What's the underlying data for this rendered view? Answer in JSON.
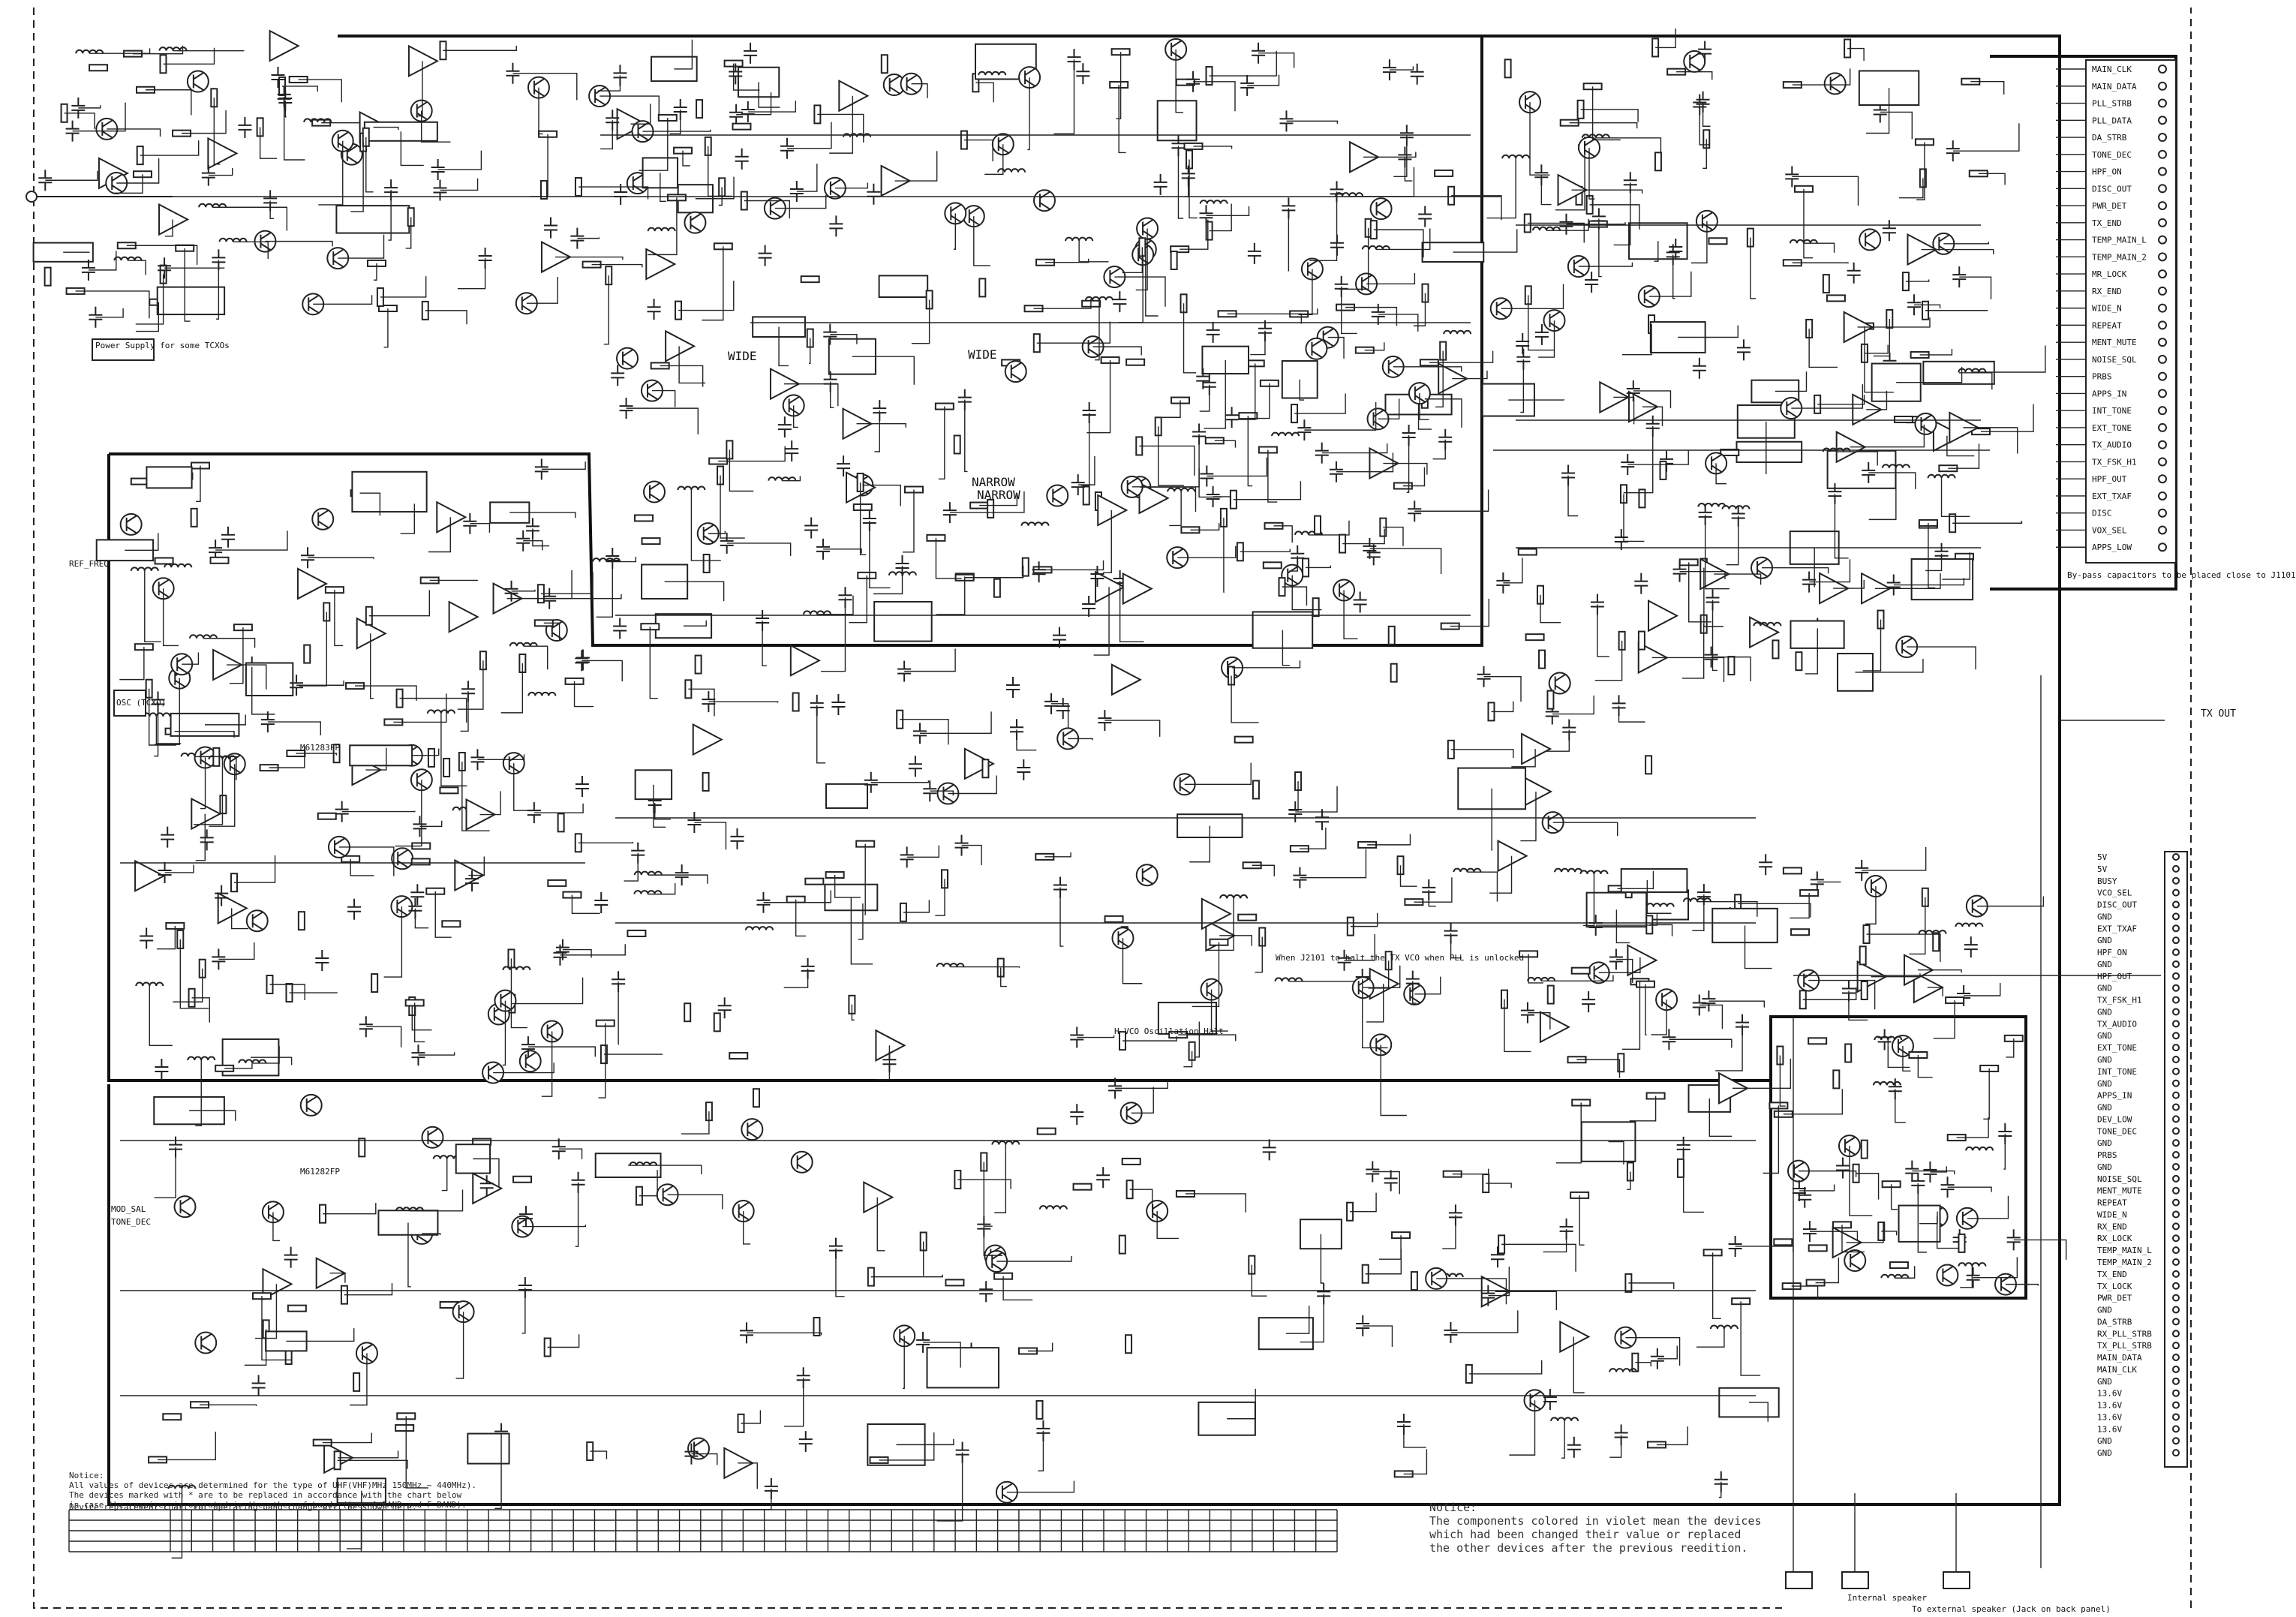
{
  "schematic": {
    "sections": {
      "power_supply_label": "Power Supply for some TCXOs",
      "osc_label": "OSC (TCXO)",
      "bypass_caps_note": "By-pass capacitors to be placed close to J1101",
      "tx_out_label": "TX OUT"
    },
    "left_nets": [
      "REF_FREQ",
      "MOD_SAL",
      "TONE_DEC"
    ],
    "center_labels": [
      {
        "id": "wide_filter",
        "text": "WIDE"
      },
      {
        "id": "narrow_filter",
        "text": "NARROW"
      },
      {
        "id": "wide_if",
        "text": "WIDE"
      },
      {
        "id": "narrow_if",
        "text": "NARROW"
      },
      {
        "id": "ic1105",
        "text": "M61283FP"
      },
      {
        "id": "ic1108",
        "text": "M61282FP"
      },
      {
        "id": "hv_osc",
        "text": "H-VCO Oscillation Halt"
      },
      {
        "id": "note_jp1101",
        "text": "When J2101 to halt the TX VCO when PLL is unlocked"
      }
    ],
    "connector_pins": [
      "MAIN_CLK",
      "MAIN_DATA",
      "PLL_STRB",
      "PLL_DATA",
      "DA_STRB",
      "TONE_DEC",
      "HPF_ON",
      "DISC_OUT",
      "PWR_DET",
      "TX_END",
      "TEMP_MAIN_L",
      "TEMP_MAIN_2",
      "MR_LOCK",
      "RX_END",
      "WIDE_N",
      "REPEAT",
      "MENT_MUTE",
      "NOISE_SQL",
      "PRBS",
      "APPS_IN",
      "INT_TONE",
      "EXT_TONE",
      "TX_AUDIO",
      "TX_FSK_H1",
      "HPF_OUT",
      "EXT_TXAF",
      "DISC",
      "VOX_SEL",
      "APPS_LOW"
    ],
    "j1201_pins": [
      "5V",
      "5V",
      "BUSY",
      "VCO_SEL",
      "DISC_OUT",
      "GND",
      "EXT_TXAF",
      "GND",
      "HPF_ON",
      "GND",
      "HPF_OUT",
      "GND",
      "TX_FSK_H1",
      "GND",
      "TX_AUDIO",
      "GND",
      "EXT_TONE",
      "GND",
      "INT_TONE",
      "GND",
      "APPS_IN",
      "GND",
      "DEV_LOW",
      "TONE_DEC",
      "GND",
      "PRBS",
      "GND",
      "NOISE_SQL",
      "MENT_MUTE",
      "REPEAT",
      "WIDE_N",
      "RX_END",
      "RX_LOCK",
      "TEMP_MAIN_L",
      "TEMP_MAIN_2",
      "TX_END",
      "TX_LOCK",
      "PWR_DET",
      "GND",
      "DA_STRB",
      "RX_PLL_STRB",
      "TX_PLL_STRB",
      "MAIN_DATA",
      "MAIN_CLK",
      "GND",
      "13.6V",
      "13.6V",
      "13.6V",
      "13.6V",
      "GND",
      "GND"
    ],
    "bottom_connectors": [
      {
        "id": "spk_int",
        "text": "Internal speaker"
      },
      {
        "id": "spk_ext",
        "text": "To external speaker (Jack on back panel)"
      }
    ],
    "notice_left": "Notice:\nAll values of devices are determined for the type of UHF(VHF)MHz 150MHz ~ 440MHz).\nThe devices marked with * are to be replaced in accordance with the chart below\nin case the receiver is operated in the other of bands (i.e. A-BAND and F-BAND).",
    "table_title": "Device replacement chart for operating band change will be shown here.",
    "notice_right": "Notice:\nThe components colored in violet mean the devices\nwhich had been changed their value or replaced\nthe other devices after the previous reedition."
  },
  "colors": {
    "line": "#222222",
    "paper": "#ffffff",
    "text": "#111111"
  }
}
